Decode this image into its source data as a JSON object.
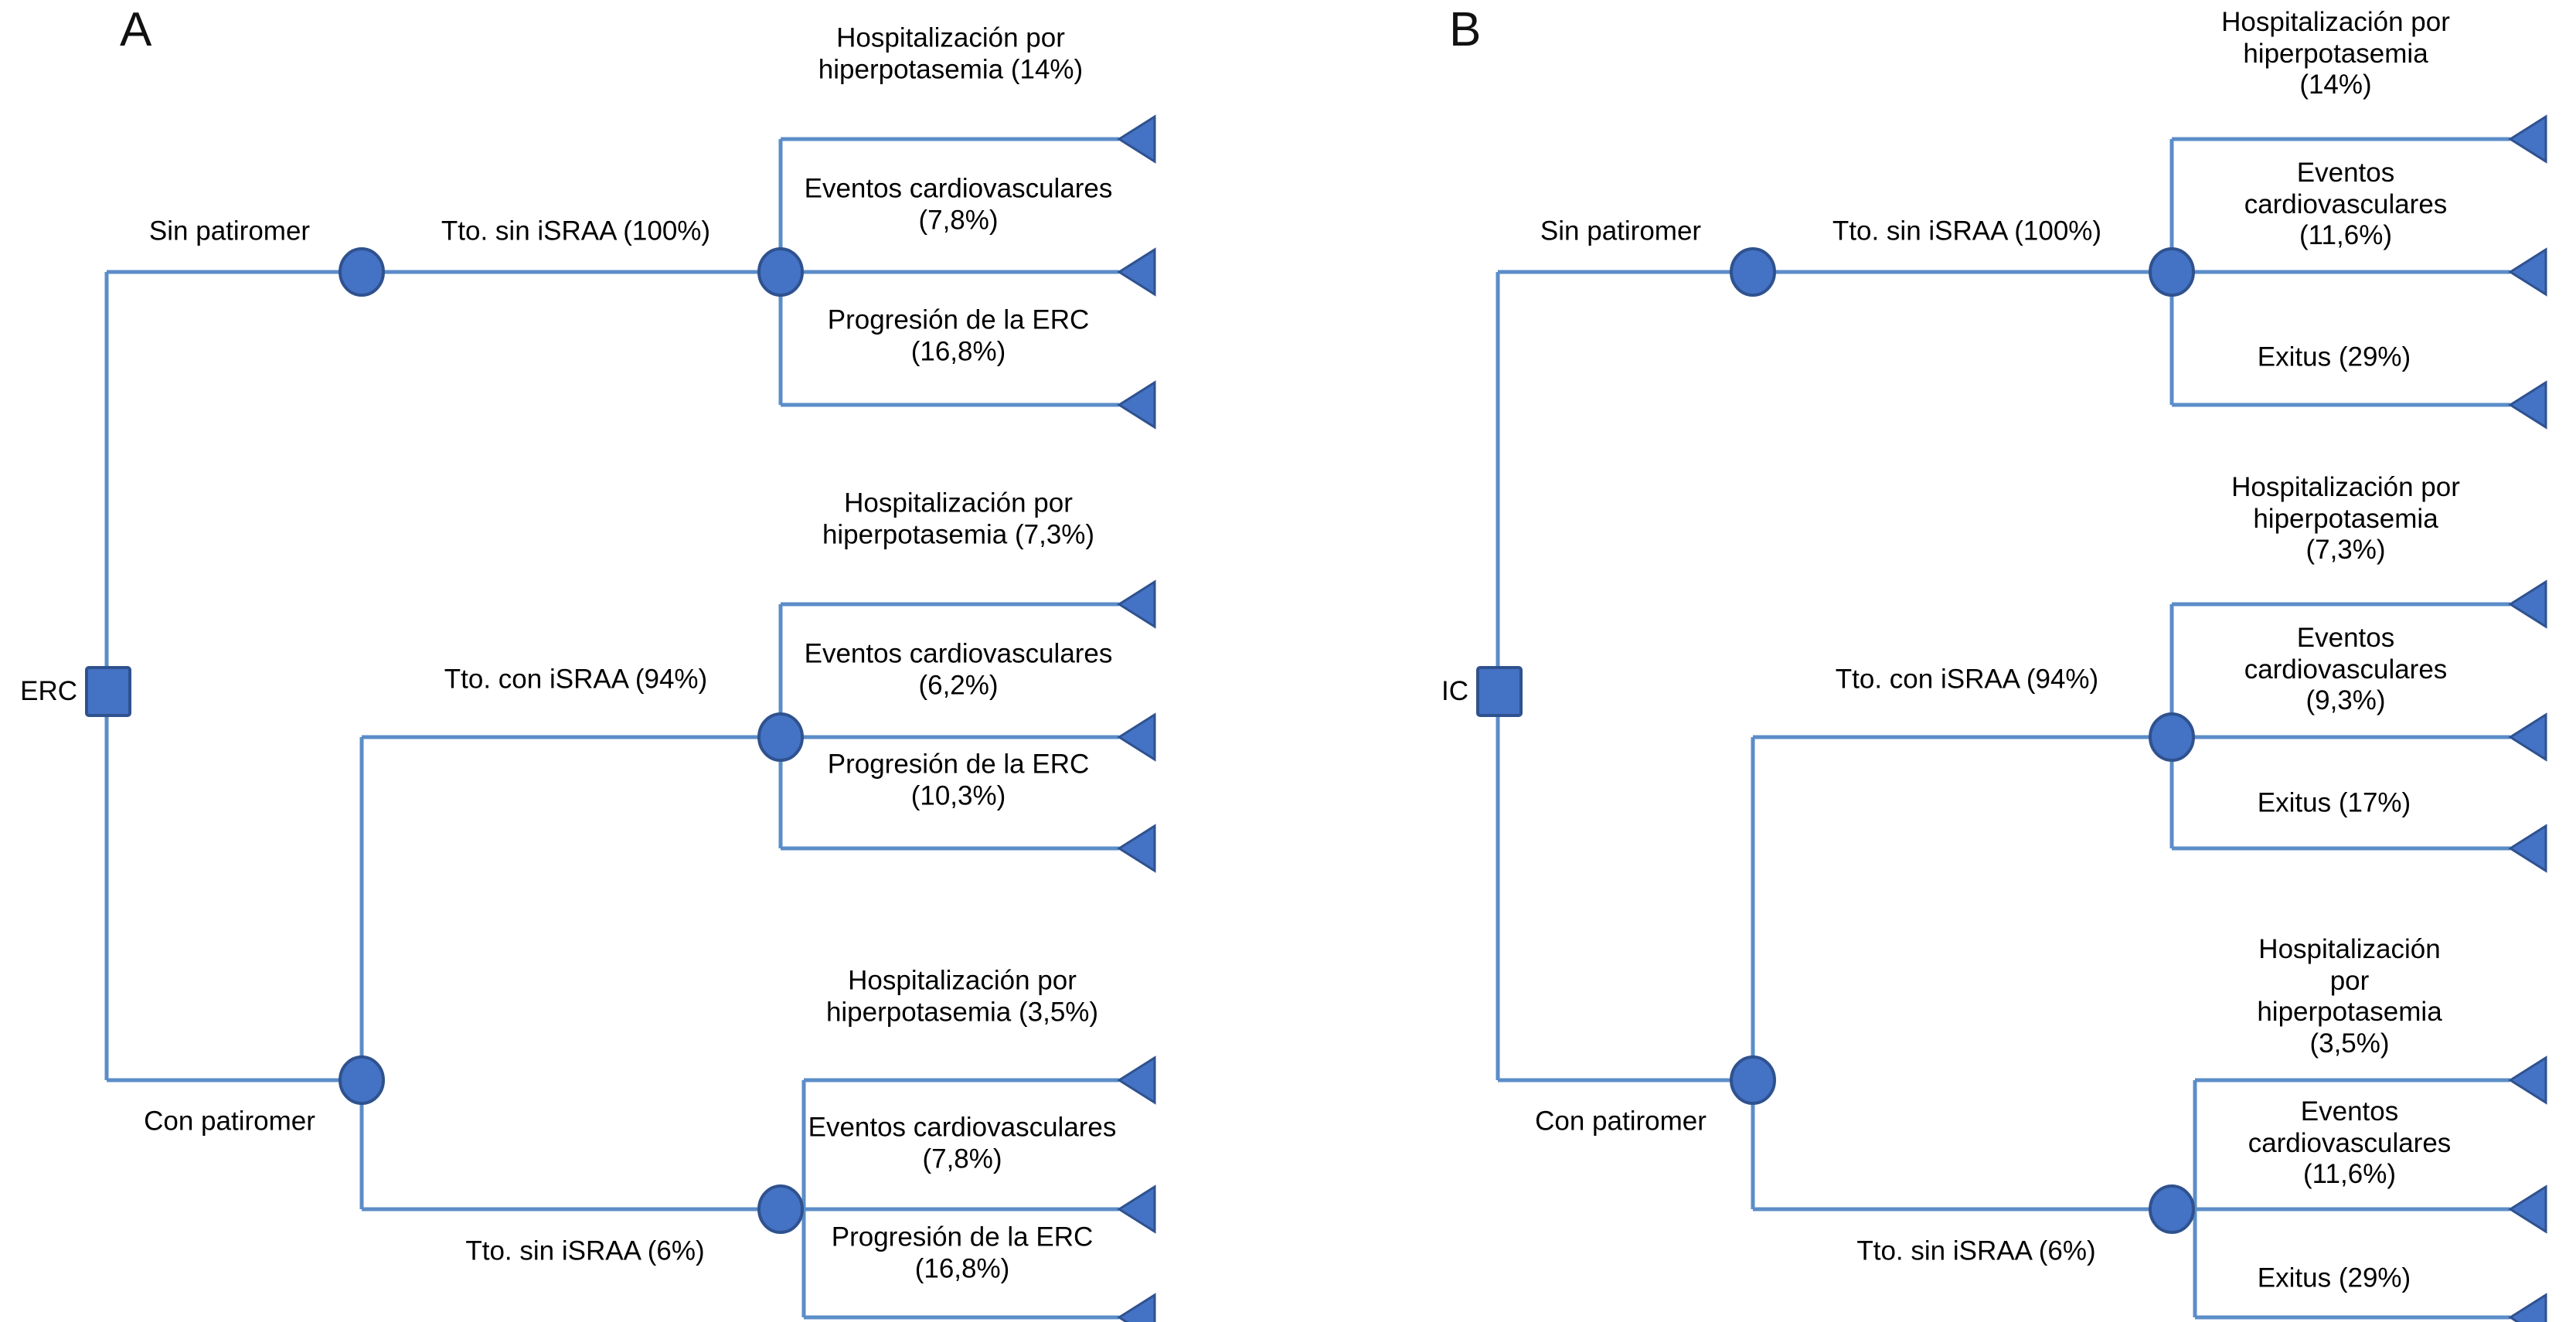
{
  "figure": {
    "type": "decision-tree",
    "panels": [
      {
        "letter": "A",
        "root_label": "ERC",
        "branches": [
          {
            "decision_label": "Sin patiromer",
            "chance_label": "Tto. sin iSRAA (100%)",
            "outcomes": [
              "Hospitalización por\nhiperpotasemia (14%)",
              "Eventos cardiovasculares\n(7,8%)",
              "Progresión de la ERC\n(16,8%)"
            ]
          },
          {
            "decision_label": "",
            "chance_label": "Tto. con iSRAA (94%)",
            "outcomes": [
              "Hospitalización por\nhiperpotasemia (7,3%)",
              "Eventos cardiovasculares\n(6,2%)",
              "Progresión de la ERC\n(10,3%)"
            ]
          },
          {
            "decision_label": "Con patiromer",
            "chance_label": "Tto. sin iSRAA (6%)",
            "outcomes": [
              "Hospitalización por\nhiperpotasemia (3,5%)",
              "Eventos cardiovasculares\n(7,8%)",
              "Progresión de la ERC\n(16,8%)"
            ]
          }
        ]
      },
      {
        "letter": "B",
        "root_label": "IC",
        "branches": [
          {
            "decision_label": "Sin patiromer",
            "chance_label": "Tto. sin iSRAA (100%)",
            "outcomes": [
              "Hospitalización por\nhiperpotasemia (14%)",
              "Eventos cardiovasculares\n(11,6%)",
              "Exitus (29%)"
            ]
          },
          {
            "decision_label": "",
            "chance_label": "Tto. con iSRAA (94%)",
            "outcomes": [
              "Hospitalización por\nhiperpotasemia (7,3%)",
              "Eventos cardiovasculares\n(9,3%)",
              "Exitus (17%)"
            ]
          },
          {
            "decision_label": "Con patiromer",
            "chance_label": "Tto. sin iSRAA (6%)",
            "outcomes": [
              "Hospitalización por\nhiperpotasemia (3,5%)",
              "Eventos cardiovasculares\n(11,6%)",
              "Exitus (29%)"
            ]
          }
        ]
      }
    ],
    "colors": {
      "node_fill": "#4472C4",
      "node_stroke": "#2F528F",
      "edge": "#5B8DC8",
      "text": "#000000",
      "background": "#FFFFFF"
    }
  }
}
